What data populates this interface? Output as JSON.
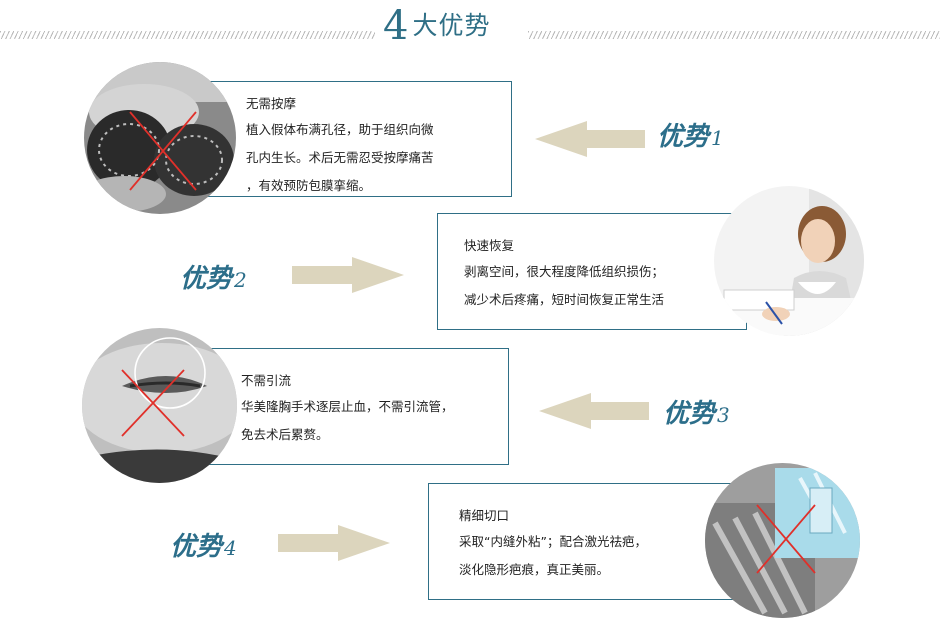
{
  "header": {
    "number": "4",
    "title": "大优势"
  },
  "advantages": [
    {
      "word": "优势",
      "num": "1",
      "title": "无需按摩",
      "lines": [
        "植入假体布满孔径，助于组织向微",
        "孔内生长。术后无需忍受按摩痛苦",
        "，有效预防包膜挛缩。"
      ]
    },
    {
      "word": "优势",
      "num": "2",
      "title": "快速恢复",
      "lines": [
        "剥离空间，很大程度降低组织损伤；",
        "减少术后疼痛，短时间恢复正常生活"
      ]
    },
    {
      "word": "优势",
      "num": "3",
      "title": "不需引流",
      "lines": [
        "华美隆胸手术逐层止血，不需引流管，",
        "免去术后累赘。"
      ]
    },
    {
      "word": "优势",
      "num": "4",
      "title": "精细切口",
      "lines": [
        "采取“内缝外粘”；配合激光祛疤，",
        "淡化隐形疤痕，真正美丽。"
      ]
    }
  ],
  "colors": {
    "accent": "#2f6f86",
    "arrow": "#dcd5bd",
    "cross": "#e0302a"
  }
}
